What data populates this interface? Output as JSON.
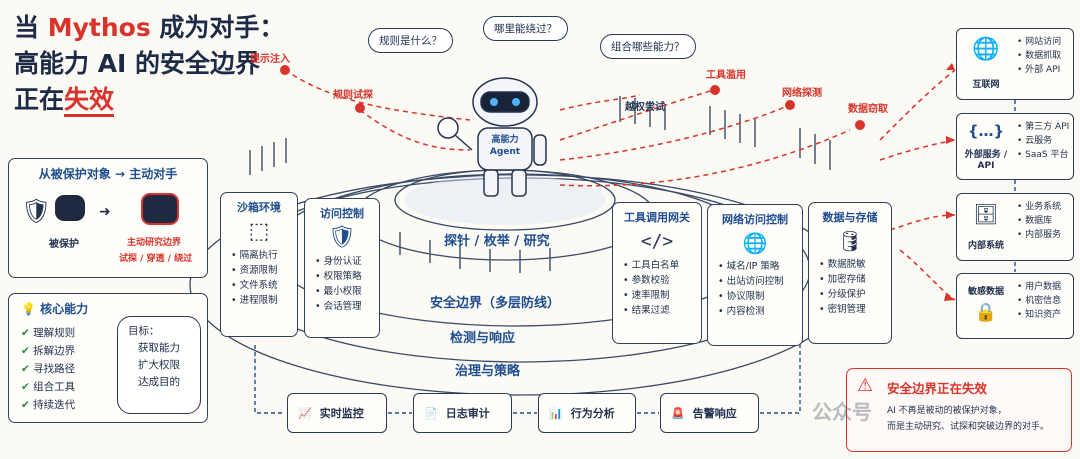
{
  "title": {
    "line1_pre": "当 ",
    "line1_red": "Mythos",
    "line1_post": " 成为对手：",
    "line2": "高能力 AI 的安全边界",
    "line3_pre": "正在",
    "line3_red": "失效"
  },
  "protect_panel": {
    "header": "从被保护对象 → 主动对手",
    "left_label": "被保护",
    "right_label": "主动研究边界",
    "right_sub": "试探 / 穿透 / 绕过"
  },
  "core_panel": {
    "header": "核心能力",
    "items": [
      "理解规则",
      "拆解边界",
      "寻找路径",
      "组合工具",
      "持续迭代"
    ],
    "goal_label": "目标：",
    "goal_lines": [
      "获取能力",
      "扩大权限",
      "达成目的"
    ]
  },
  "bubbles": [
    "规则是什么？",
    "哪里能绕过？",
    "组合哪些能力？"
  ],
  "agent": {
    "label_line1": "高能力",
    "label_line2": "Agent"
  },
  "attacks": [
    "提示注入",
    "规则试探",
    "越权尝试",
    "工具滥用",
    "网络探测",
    "数据窃取"
  ],
  "rings": {
    "inner": "探针 / 枚举 / 研究",
    "security": "安全边界（多层防线）",
    "detect": "检测与响应",
    "governance": "治理与策略"
  },
  "modules": [
    {
      "title": "沙箱环境",
      "items": [
        "隔离执行",
        "资源限制",
        "文件系统",
        "进程限制"
      ]
    },
    {
      "title": "访问控制",
      "items": [
        "身份认证",
        "权限策略",
        "最小权限",
        "会话管理"
      ]
    },
    {
      "title": "工具调用网关",
      "items": [
        "工具白名单",
        "参数校验",
        "速率限制",
        "结果过滤"
      ]
    },
    {
      "title": "网络访问控制",
      "items": [
        "域名/IP 策略",
        "出站访问控制",
        "协议限制",
        "内容检测"
      ]
    },
    {
      "title": "数据与存储",
      "items": [
        "数据脱敏",
        "加密存储",
        "分级保护",
        "密钥管理"
      ]
    }
  ],
  "bottom_flow": [
    "实时监控",
    "日志审计",
    "行为分析",
    "告警响应"
  ],
  "right_stack": [
    {
      "name": "互联网",
      "items": [
        "网站访问",
        "数据抓取",
        "外部 API"
      ]
    },
    {
      "name": "外部服务 / API",
      "items": [
        "第三方 API",
        "云服务",
        "SaaS 平台"
      ]
    },
    {
      "name": "内部系统",
      "items": [
        "业务系统",
        "数据库",
        "内部服务"
      ]
    },
    {
      "name": "敏感数据",
      "items": [
        "用户数据",
        "机密信息",
        "知识资产"
      ]
    }
  ],
  "alert": {
    "title": "安全边界正在失效",
    "line1": "AI 不再是被动的被保护对象，",
    "line2": "而是主动研究、试探和突破边界的对手。"
  },
  "watermark": "公众号",
  "colors": {
    "accent_red": "#d8342b",
    "navy": "#1f4d8f",
    "ink": "#22324f"
  }
}
